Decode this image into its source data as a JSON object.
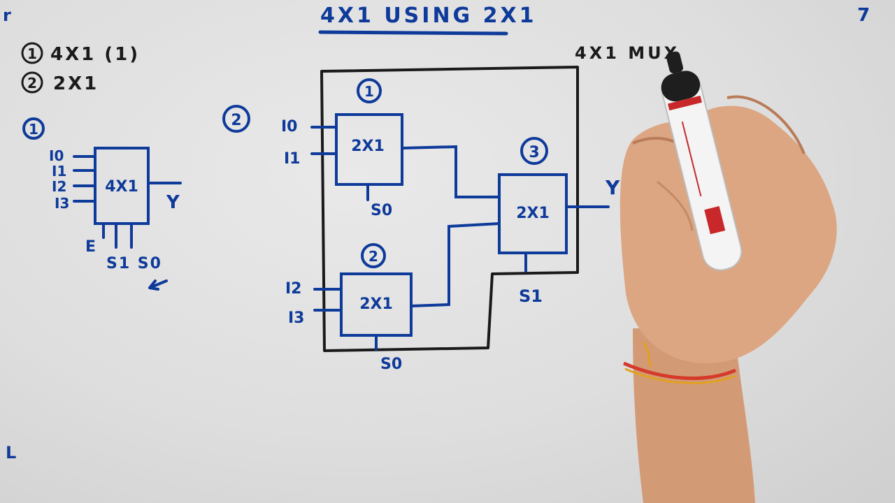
{
  "title": "4X1 USING 2X1",
  "corner_marks": {
    "top_left": "r",
    "top_right": "7",
    "bottom_left": "L"
  },
  "legend": [
    {
      "num": "1",
      "text": "4X1 (1)"
    },
    {
      "num": "2",
      "text": "2X1"
    }
  ],
  "side_note": "4X1 MUX",
  "diagram_one": {
    "num": "1",
    "block_label": "4X1",
    "inputs": [
      "I0",
      "I1",
      "I2",
      "I3"
    ],
    "output": "Y",
    "enable": "E",
    "selects": "S1 S0"
  },
  "diagram_two": {
    "num": "2",
    "mux_top": {
      "num": "1",
      "label": "2X1",
      "inputs": [
        "I0",
        "I1"
      ],
      "select": "S0"
    },
    "mux_bottom": {
      "num": "2",
      "label": "2X1",
      "inputs": [
        "I2",
        "I3"
      ],
      "select": "S0"
    },
    "mux_out": {
      "num": "3",
      "label": "2X1",
      "select": "S1",
      "output": "Y"
    }
  },
  "colors": {
    "ink_blue": "#0e3a9a",
    "ink_black": "#1a1a1a",
    "board": "#e2e2e2",
    "skin": "#d9a27f"
  }
}
